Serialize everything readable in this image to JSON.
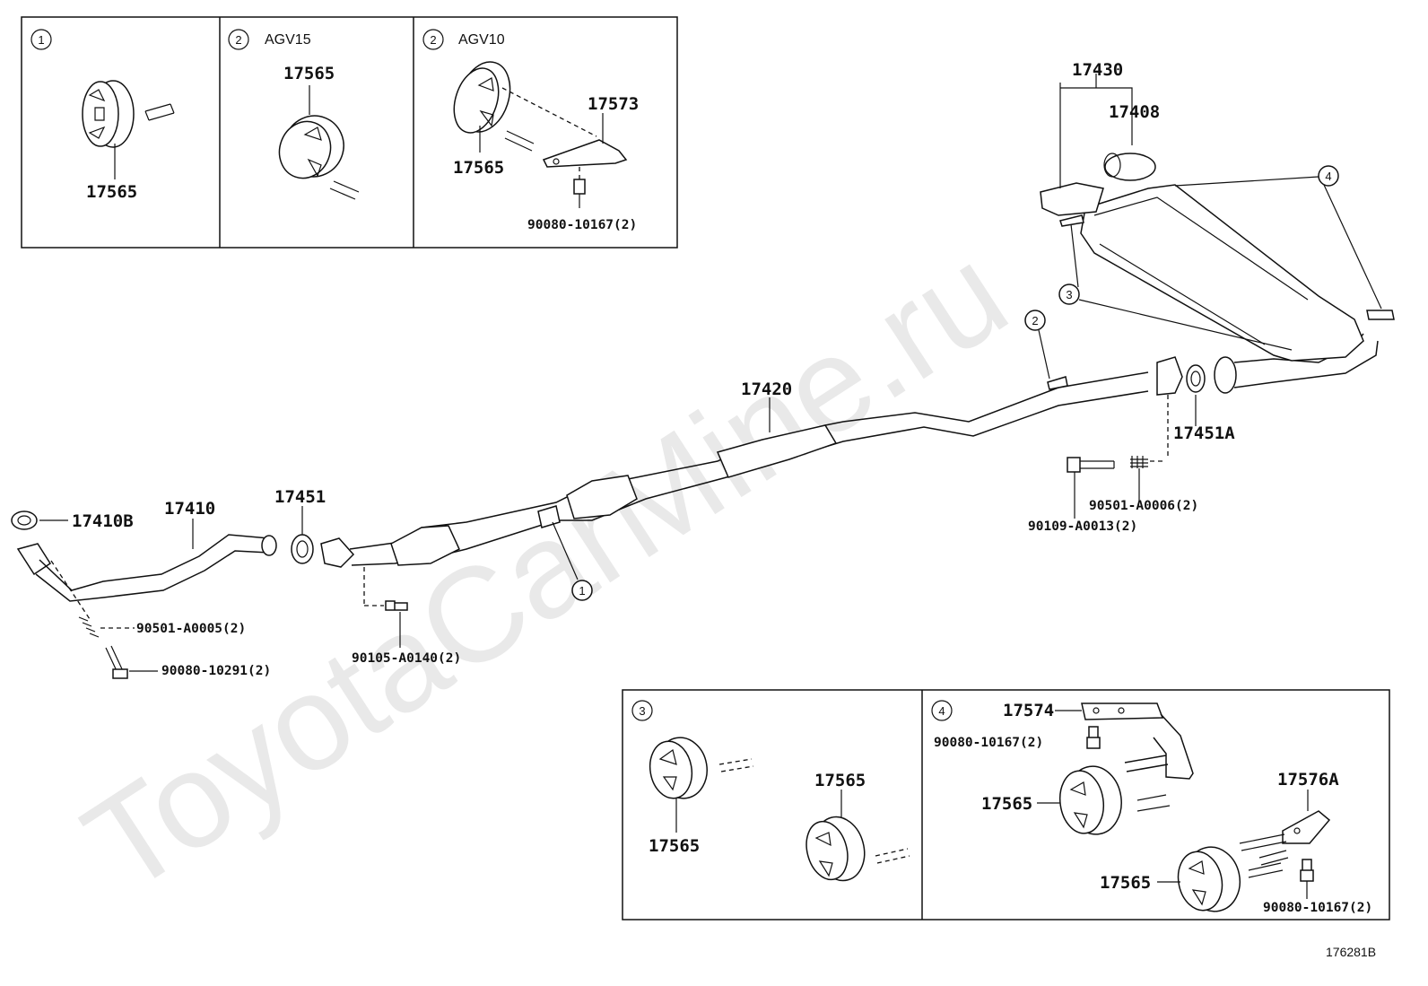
{
  "watermark": "ToyotaCarMine.ru",
  "diagram_code": "176281B",
  "detail_boxes": {
    "d1": {
      "num": "1",
      "part": "17565"
    },
    "d2a": {
      "num": "2",
      "variant": "AGV15",
      "part": "17565"
    },
    "d2b": {
      "num": "2",
      "variant": "AGV10",
      "part_hanger": "17565",
      "part_bracket": "17573",
      "bolt": "90080-10167(2)"
    },
    "d3": {
      "num": "3",
      "part_left": "17565",
      "part_right": "17565"
    },
    "d4": {
      "num": "4",
      "bracket": "17574",
      "bolt_top": "90080-10167(2)",
      "hanger_top": "17565",
      "bracket2": "17576A",
      "hanger_bottom": "17565",
      "bolt_bottom": "90080-10167(2)"
    }
  },
  "main": {
    "gasket_front": "17410B",
    "front_pipe": "17410",
    "gasket_mid": "17451",
    "center_pipe": "17420",
    "tail_assy": "17430",
    "tail_tip": "17408",
    "gasket_rear": "17451A",
    "spring_front": "90501-A0005(2)",
    "bolt_front": "90080-10291(2)",
    "bolt_mid": "90105-A0140(2)",
    "spring_rear": "90501-A0006(2)",
    "bolt_rear": "90109-A0013(2)"
  },
  "callouts": {
    "c1": "1",
    "c2": "2",
    "c3": "3",
    "c4": "4"
  }
}
